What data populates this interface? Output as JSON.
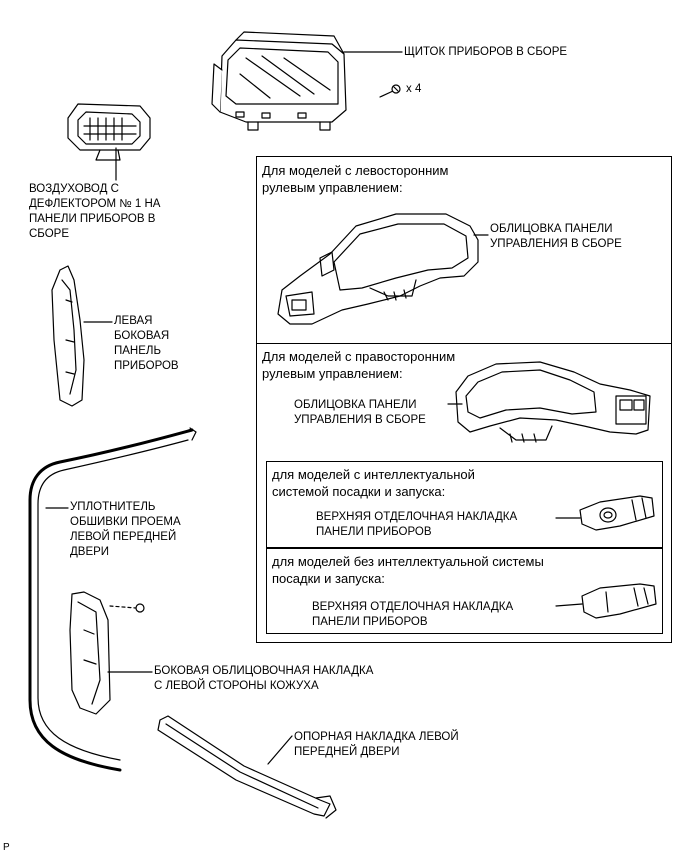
{
  "labels": {
    "cluster": "ЩИТОК ПРИБОРОВ В СБОРЕ",
    "screws": "x 4",
    "vent": "ВОЗДУХОВОД С\nДЕФЛЕКТОРОМ № 1 НА\nПАНЕЛИ ПРИБОРОВ В\nСБОРЕ",
    "side_panel": "ЛЕВАЯ\nБОКОВАЯ\nПАНЕЛЬ\nПРИБОРОВ",
    "weatherstrip": "УПЛОТНИТЕЛЬ\nОБШИВКИ ПРОЕМА\nЛЕВОЙ ПЕРЕДНЕЙ\nДВЕРИ",
    "cowl_trim": "БОКОВАЯ ОБЛИЦОВОЧНАЯ НАКЛАДКА\nС ЛЕВОЙ СТОРОНЫ КОЖУХА",
    "scuff_plate": "ОПОРНАЯ НАКЛАДКА ЛЕВОЙ\nПЕРЕДНЕЙ ДВЕРИ",
    "corner": "P"
  },
  "lhd": {
    "title": "Для моделей с левосторонним\nрулевым управлением:",
    "part": "ОБЛИЦОВКА ПАНЕЛИ\nУПРАВЛЕНИЯ В СБОРЕ"
  },
  "rhd": {
    "title": "Для моделей с правосторонним\nрулевым управлением:",
    "part": "ОБЛИЦОВКА ПАНЕЛИ\nУПРАВЛЕНИЯ В СБОРЕ"
  },
  "smart": {
    "title": "для моделей с интеллектуальной\nсистемой посадки и запуска:",
    "part": "ВЕРХНЯЯ ОТДЕЛОЧНАЯ НАКЛАДКА\nПАНЕЛИ ПРИБОРОВ"
  },
  "nosmart": {
    "title": "для моделей без интеллектуальной системы\nпосадки и запуска:",
    "part": "ВЕРХНЯЯ ОТДЕЛОЧНАЯ НАКЛАДКА\nПАНЕЛИ ПРИБОРОВ"
  }
}
